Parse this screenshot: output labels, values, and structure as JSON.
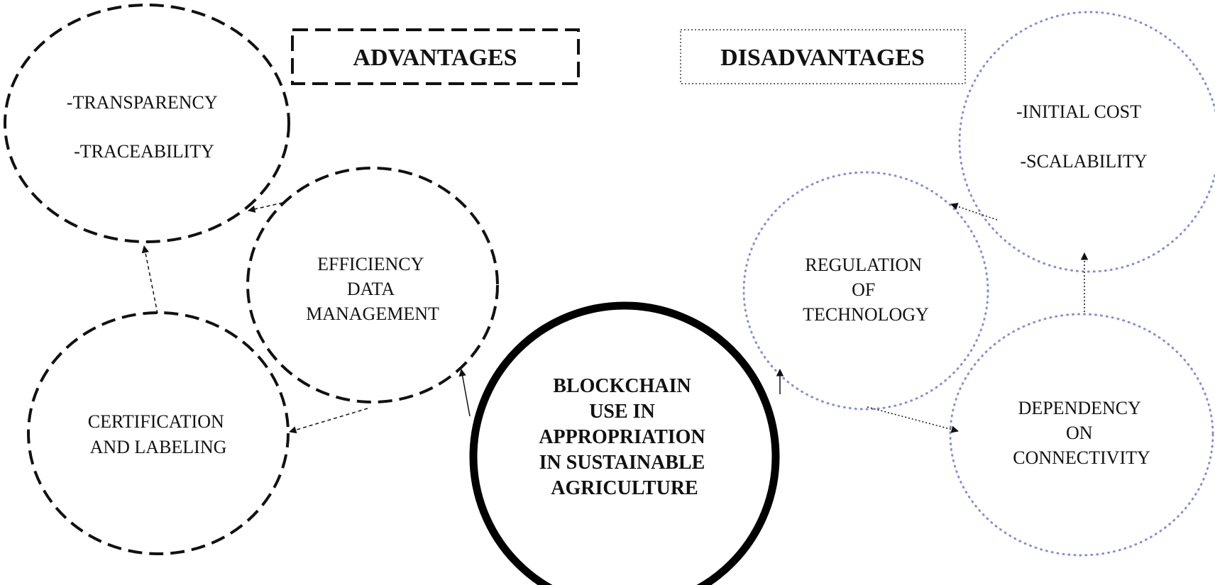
{
  "headings": {
    "advantages": "ADVANTAGES",
    "disadvantages": "DISADVANTAGES"
  },
  "center": {
    "lines": [
      "BLOCKCHAIN",
      "USE IN",
      "APPROPRIATION",
      "IN SUSTAINABLE",
      "AGRICULTURE"
    ]
  },
  "advantages": {
    "transparency_traceability": [
      "-TRANSPARENCY",
      "-TRACEABILITY"
    ],
    "efficiency": [
      "EFFICIENCY",
      "DATA",
      "MANAGEMENT"
    ],
    "certification": [
      "CERTIFICATION",
      "AND LABELING"
    ]
  },
  "disadvantages": {
    "cost_scalability": [
      "-INITIAL COST",
      "-SCALABILITY"
    ],
    "regulation": [
      "REGULATION",
      "OF",
      "TECHNOLOGY"
    ],
    "connectivity": [
      "DEPENDENCY",
      "ON",
      "CONNECTIVITY"
    ]
  },
  "colors": {
    "advantage_stroke": "#111111",
    "disadvantage_stroke": "#8a8ad8",
    "center_stroke": "#000000"
  }
}
